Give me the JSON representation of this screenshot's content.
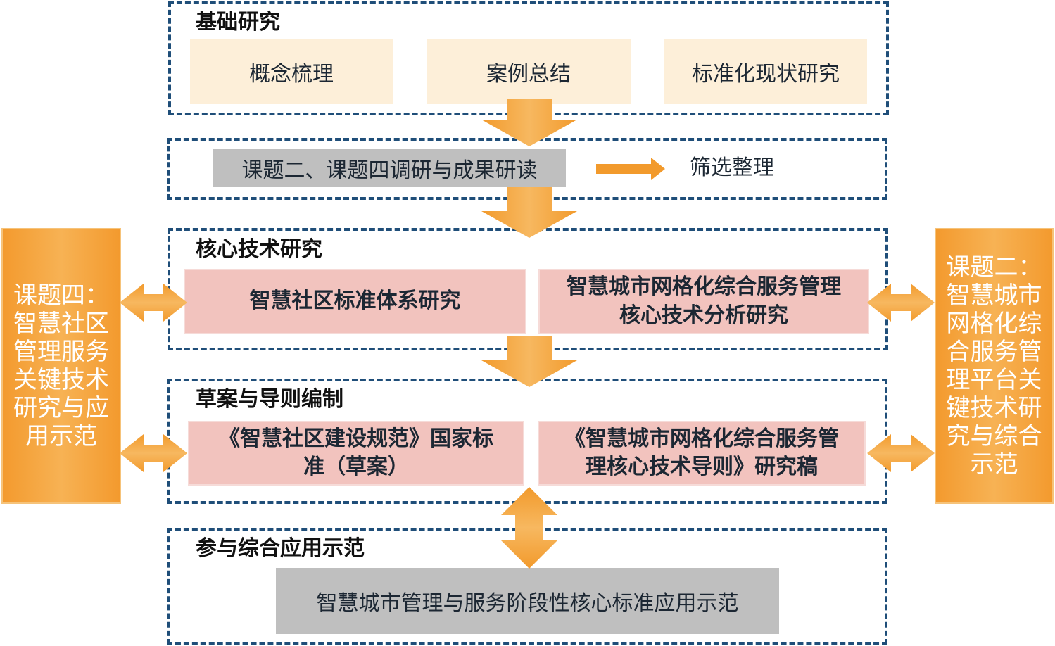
{
  "sections": {
    "basic": {
      "title": "基础研究",
      "items": [
        "概念梳理",
        "案例总结",
        "标准化现状研究"
      ]
    },
    "survey": {
      "box": "课题二、课题四调研与成果研读",
      "result": "筛选整理"
    },
    "core": {
      "title": "核心技术研究",
      "left": "智慧社区标准体系研究",
      "right_line1": "智慧城市网格化综合服务管理",
      "right_line2": "核心技术分析研究"
    },
    "draft": {
      "title": "草案与导则编制",
      "left_line1": "《智慧社区建设规范》国家标",
      "left_line2": "准（草案）",
      "right_line1": "《智慧城市网格化综合服务管",
      "right_line2": "理核心技术导则》研究稿"
    },
    "demo": {
      "title": "参与综合应用示范",
      "box": "智慧城市管理与服务阶段性核心标准应用示范"
    }
  },
  "side_left": "课题四：智慧社区管理服务关键技术研究与应用示范",
  "side_right": "课题二：智慧城市网格化综合服务管理平台关键技术研究与综合示范",
  "colors": {
    "border": "#1f4e79",
    "arrow": "#f39a2e",
    "peach": "#fdefd9",
    "pink": "#f2c3be",
    "gray": "#bfbfbf"
  }
}
